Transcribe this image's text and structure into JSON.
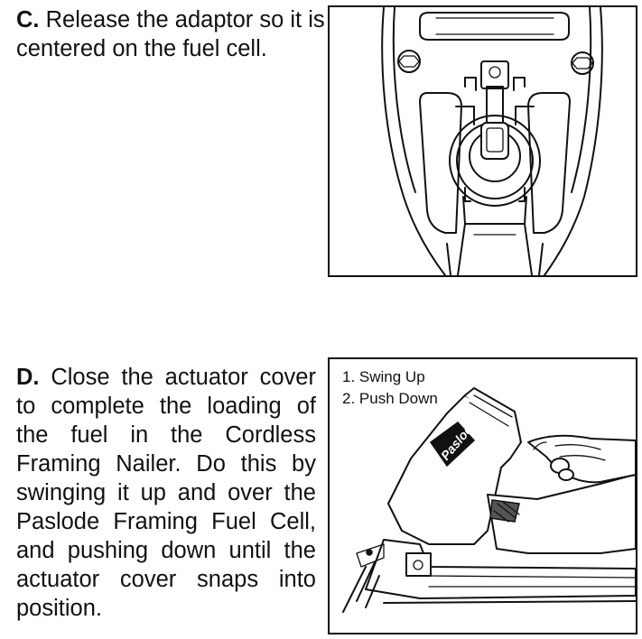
{
  "step_c": {
    "letter": "C.",
    "text": "Release the adaptor so it is centered on the fuel cell."
  },
  "step_d": {
    "letter": "D.",
    "text": "Close the actuator cover to complete the loading of the fuel in the Cordless Framing Nailer. Do this by swinging it up and over the Paslode Framing Fuel Cell, and pushing down until the actuator cover snaps into position."
  },
  "figure_d": {
    "caption_1": "1. Swing Up",
    "caption_2": "2. Push Down",
    "brand_logo": "Paslode"
  }
}
